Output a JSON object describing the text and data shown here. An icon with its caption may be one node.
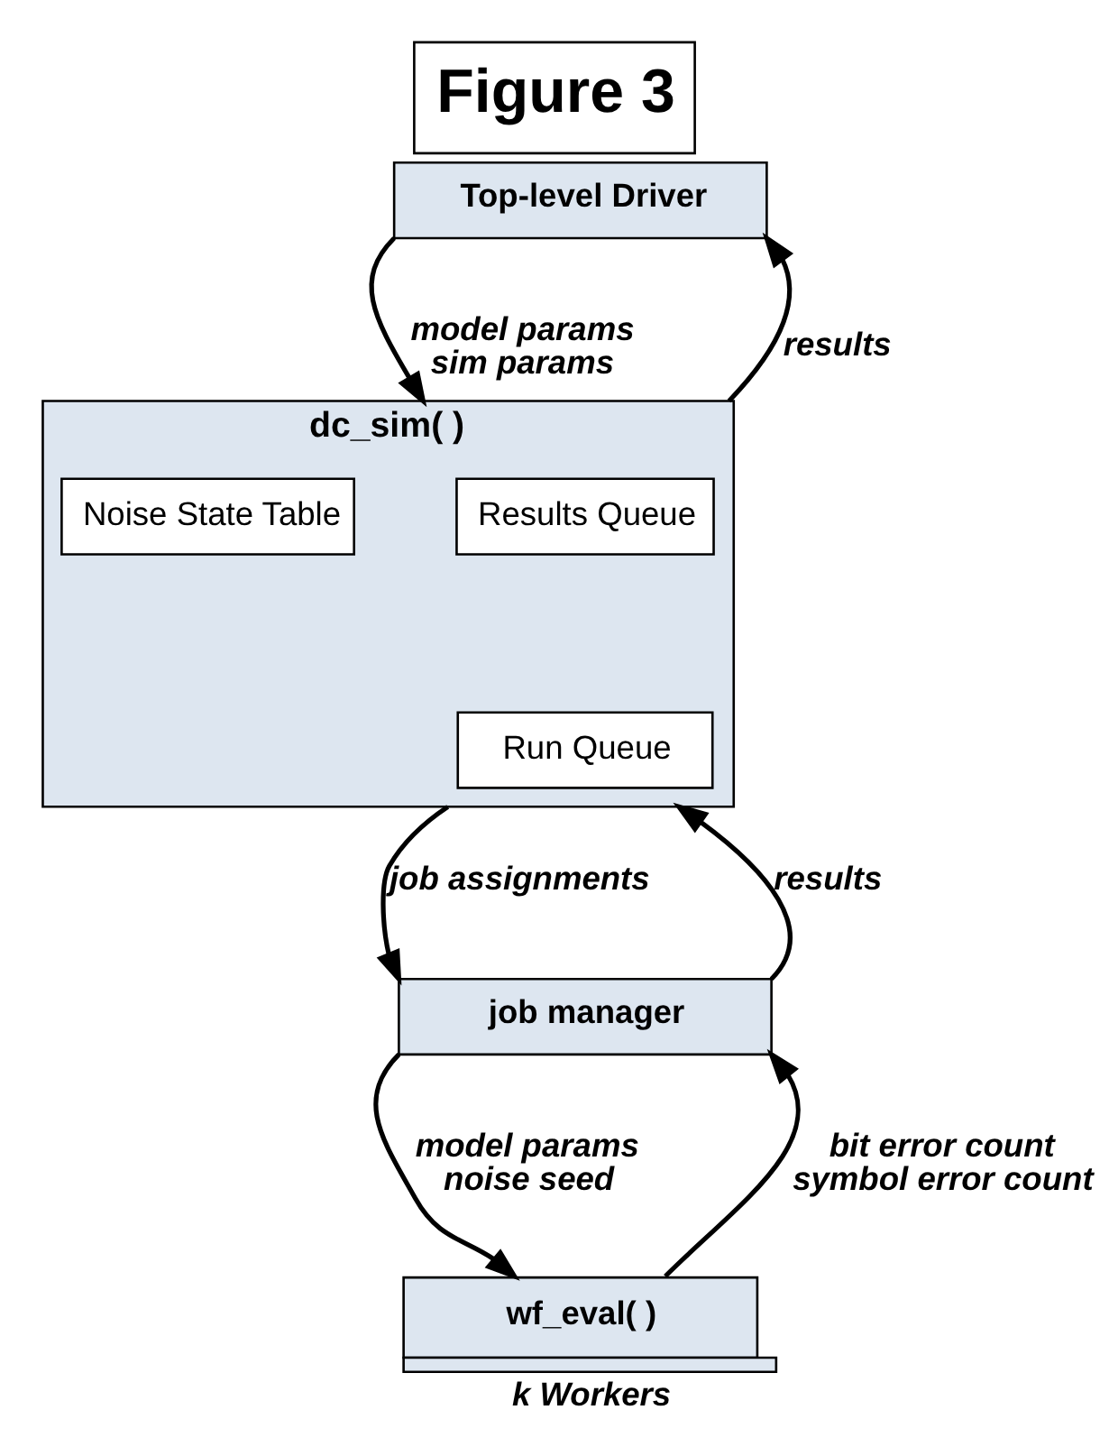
{
  "diagram": {
    "title": "Figure 3",
    "nodes": [
      {
        "text": [
          "Top-level Driver"
        ]
      },
      {
        "text": [
          "dc_sim( )"
        ]
      },
      {
        "text": [
          "Results Queue"
        ],
        "in": 1
      },
      {
        "text": [
          "Run Queue"
        ],
        "in": 1
      },
      {
        "text": [
          "Noise State Table"
        ],
        "in": 1
      },
      {
        "text": [
          "job manager"
        ]
      },
      {
        "text": [
          "wf_eval( )"
        ],
        "beside": [
          "k Workers"
        ]
      }
    ],
    "edges": [
      {
        "from": 0,
        "to": 1,
        "arrow": "to",
        "label": "model params sim params"
      },
      {
        "from": 1,
        "to": 0,
        "arrow": "to",
        "label": "results"
      },
      {
        "from": 1,
        "to": 5,
        "arrow": "to",
        "label": "job assignments"
      },
      {
        "from": 5,
        "to": 1,
        "arrow": "to",
        "label": "results"
      },
      {
        "from": 5,
        "to": 6,
        "arrow": "to",
        "label": "model params noise seed"
      },
      {
        "from": 6,
        "to": 5,
        "arrow": "to",
        "label": "bit error count symbol error count"
      }
    ]
  }
}
